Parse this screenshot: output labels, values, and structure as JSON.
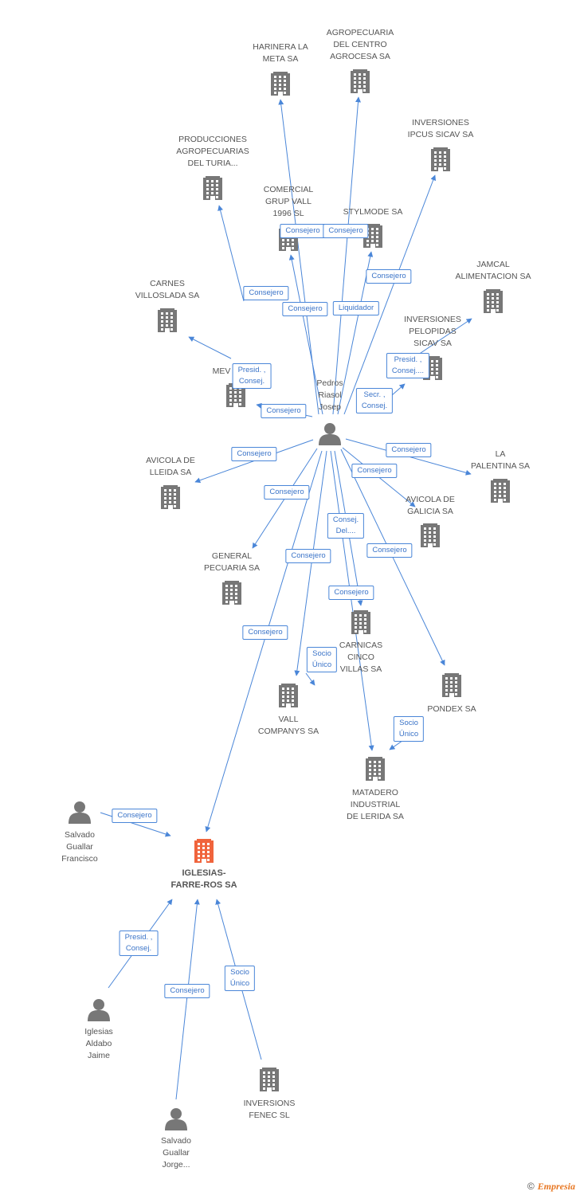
{
  "colors": {
    "edge": "#4a86d8",
    "node_icon": "#777777",
    "focus_icon": "#f0643c"
  },
  "nodes": [
    {
      "id": "harinera",
      "type": "company",
      "label": "HARINERA LA\nMETA SA"
    },
    {
      "id": "agropecuaria_centro",
      "type": "company",
      "label": "AGROPECUARIA\nDEL CENTRO\nAGROCESA SA"
    },
    {
      "id": "inversiones_ipcus",
      "type": "company",
      "label": "INVERSIONES\nIPCUS SICAV SA"
    },
    {
      "id": "producciones_turia",
      "type": "company",
      "label": "PRODUCCIONES\nAGROPECUARIAS\nDEL TURIA..."
    },
    {
      "id": "comercial_grup_vall",
      "type": "company",
      "label": "COMERCIAL\nGRUP VALL\n1996 SL"
    },
    {
      "id": "stylmode",
      "type": "company",
      "label": "STYLMODE SA"
    },
    {
      "id": "jamcal",
      "type": "company",
      "label": "JAMCAL\nALIMENTACION SA"
    },
    {
      "id": "carnes_villoslada",
      "type": "company",
      "label": "CARNES\nVILLOSLADA SA"
    },
    {
      "id": "inversiones_pelopidas",
      "type": "company",
      "label": "INVERSIONES\nPELOPIDAS\nSICAV SA"
    },
    {
      "id": "mev",
      "type": "company",
      "label": "MEV"
    },
    {
      "id": "pedros_riasol",
      "type": "person",
      "label": "Pedros\nRiasol\nJosep"
    },
    {
      "id": "avicola_lleida",
      "type": "company",
      "label": "AVICOLA DE\nLLEIDA SA"
    },
    {
      "id": "la_palentina",
      "type": "company",
      "label": "LA\nPALENTINA SA"
    },
    {
      "id": "avicola_galicia",
      "type": "company",
      "label": "AVICOLA DE\nGALICIA SA"
    },
    {
      "id": "general_pecuaria",
      "type": "company",
      "label": "GENERAL\nPECUARIA SA"
    },
    {
      "id": "carnicas_cinco_villas",
      "type": "company",
      "label": "CARNICAS\nCINCO\nVILLAS SA"
    },
    {
      "id": "pondex",
      "type": "company",
      "label": "PONDEX SA"
    },
    {
      "id": "vall_companys",
      "type": "company",
      "label": "VALL\nCOMPANYS SA"
    },
    {
      "id": "matadero_lerida",
      "type": "company",
      "label": "MATADERO\nINDUSTRIAL\nDE LERIDA SA"
    },
    {
      "id": "salvado_francisco",
      "type": "person",
      "label": "Salvado\nGuallar\nFrancisco"
    },
    {
      "id": "iglesias_farre_ros",
      "type": "focus",
      "label": "IGLESIAS-\nFARRE-ROS SA"
    },
    {
      "id": "iglesias_aldabo",
      "type": "person",
      "label": "Iglesias\nAldabo\nJaime"
    },
    {
      "id": "inversions_fenec",
      "type": "company",
      "label": "INVERSIONS\nFENEC SL"
    },
    {
      "id": "salvado_jorge",
      "type": "person",
      "label": "Salvado\nGuallar\nJorge..."
    }
  ],
  "edges": [
    {
      "from": "pedros_riasol",
      "to": "harinera",
      "label": "Consejero"
    },
    {
      "from": "pedros_riasol",
      "to": "agropecuaria_centro",
      "label": "Consejero"
    },
    {
      "from": "pedros_riasol",
      "to": "producciones_turia",
      "label": "Consejero"
    },
    {
      "from": "pedros_riasol",
      "to": "comercial_grup_vall",
      "label": "Consejero"
    },
    {
      "from": "pedros_riasol",
      "to": "stylmode",
      "label": "Liquidador"
    },
    {
      "from": "pedros_riasol",
      "to": "inversiones_ipcus",
      "label": "Consejero"
    },
    {
      "from": "pedros_riasol",
      "to": "jamcal",
      "label": "Presid. ,\nConsej...."
    },
    {
      "from": "pedros_riasol",
      "to": "carnes_villoslada",
      "label": "Presid. ,\nConsej."
    },
    {
      "from": "pedros_riasol",
      "to": "inversiones_pelopidas",
      "label": "Secr. ,\nConsej."
    },
    {
      "from": "pedros_riasol",
      "to": "mev",
      "label": "Consejero"
    },
    {
      "from": "pedros_riasol",
      "to": "avicola_lleida",
      "label": "Consejero"
    },
    {
      "from": "pedros_riasol",
      "to": "la_palentina",
      "label": "Consejero"
    },
    {
      "from": "pedros_riasol",
      "to": "avicola_galicia",
      "label": "Consejero"
    },
    {
      "from": "pedros_riasol",
      "to": "general_pecuaria",
      "label": "Consejero"
    },
    {
      "from": "pedros_riasol",
      "to": "carnicas_cinco_villas",
      "label": "Consej.\nDel...."
    },
    {
      "from": "pedros_riasol",
      "to": "pondex",
      "label": "Consejero"
    },
    {
      "from": "pedros_riasol",
      "to": "vall_companys",
      "label": "Consejero"
    },
    {
      "from": "pedros_riasol",
      "to": "matadero_lerida",
      "label": "Consejero"
    },
    {
      "from": "pedros_riasol",
      "to": "iglesias_farre_ros",
      "label": "Consejero"
    },
    {
      "from": "vall_companys",
      "to": "carnicas_cinco_villas",
      "label": "Socio\nÚnico"
    },
    {
      "from": "pondex",
      "to": "matadero_lerida",
      "label": "Socio\nÚnico"
    },
    {
      "from": "salvado_francisco",
      "to": "iglesias_farre_ros",
      "label": "Consejero"
    },
    {
      "from": "iglesias_aldabo",
      "to": "iglesias_farre_ros",
      "label": "Presid. ,\nConsej."
    },
    {
      "from": "salvado_jorge",
      "to": "iglesias_farre_ros",
      "label": "Consejero"
    },
    {
      "from": "inversions_fenec",
      "to": "iglesias_farre_ros",
      "label": "Socio\nÚnico"
    }
  ],
  "watermark": {
    "copyright": "©",
    "brand": "Empresia"
  }
}
